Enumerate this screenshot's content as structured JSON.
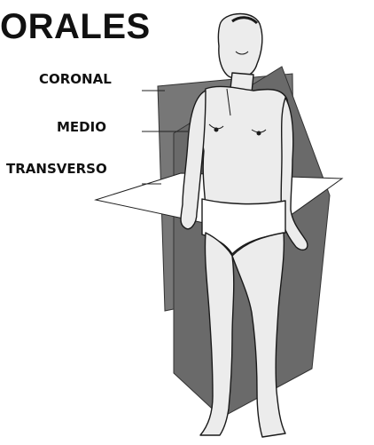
{
  "title": "ORALES",
  "labels": {
    "coronal": "CORONAL",
    "medio": "MEDIO",
    "transverso": "TRANSVERSO"
  },
  "colors": {
    "plane_dark": "#6f6f6f",
    "plane_light": "#9a9a9a",
    "body_fill": "#eeeeee",
    "line": "#1a1a1a"
  }
}
